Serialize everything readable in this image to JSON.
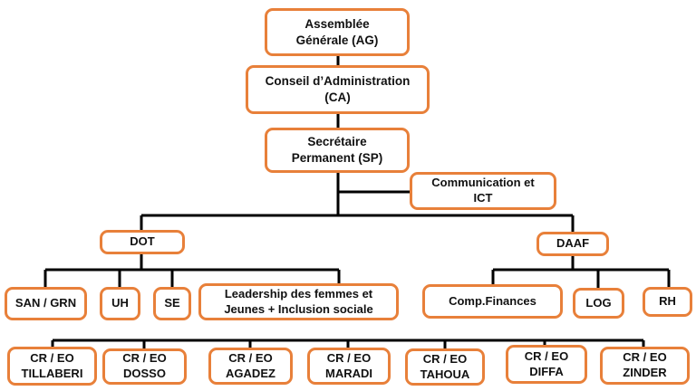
{
  "colors": {
    "border": "#e8803a",
    "connector": "#000000",
    "text": "#111111",
    "background": "#ffffff"
  },
  "nodes": {
    "ag": "Assemblée\nGénérale (AG)",
    "ca": "Conseil d’Administration\n(CA)",
    "sp": "Secrétaire\nPermanent (SP)",
    "comm": "Communication et\nICT",
    "dot": "DOT",
    "daaf": "DAAF",
    "san_grn": "SAN / GRN",
    "uh": "UH",
    "se": "SE",
    "leadership": "Leadership des femmes et\nJeunes + Inclusion sociale",
    "comp_finances": "Comp.Finances",
    "log": "LOG",
    "rh": "RH",
    "cr_tillaberi": "CR / EO\nTILLABERI",
    "cr_dosso": "CR / EO\nDOSSO",
    "cr_agadez": "CR / EO\nAGADEZ",
    "cr_maradi": "CR / EO\nMARADI",
    "cr_tahoua": "CR / EO\nTAHOUA",
    "cr_diffa": "CR / EO\nDIFFA",
    "cr_zinder": "CR / EO\nZINDER"
  }
}
